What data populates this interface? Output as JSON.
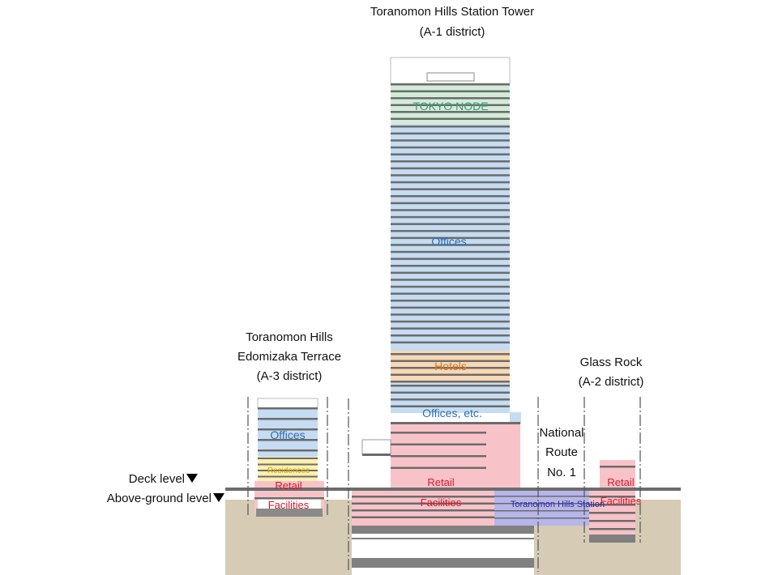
{
  "buildings": {
    "station_tower": {
      "name_line1": "Toranomon Hills Station Tower",
      "name_line2": "(A-1 district)",
      "zones": {
        "tokyo_node": "TOKYO NODE",
        "offices": "Offices",
        "hotels": "Hotels",
        "offices_etc": "Offices, etc."
      }
    },
    "edomizaka_terrace": {
      "name_line1": "Toranomon Hills",
      "name_line2": "Edomizaka Terrace",
      "name_line3": "(A-3 district)",
      "zones": {
        "offices": "Offices",
        "residences": "Residences",
        "retail_line1": "Retail",
        "retail_line2": "Facilities"
      }
    },
    "glass_rock": {
      "name_line1": "Glass Rock",
      "name_line2": "(A-2 district)",
      "zones": {
        "retail_line1": "Retail",
        "retail_line2": "Facilities"
      }
    }
  },
  "podium": {
    "retail_line1": "Retail",
    "retail_line2": "Facilities",
    "station": "Toranomon Hills Station"
  },
  "route": {
    "line1": "National",
    "line2": "Route",
    "line3": "No. 1"
  },
  "levels": {
    "deck": "Deck level",
    "ground": "Above-ground level"
  },
  "colors": {
    "office_blue": "#c5dcf2",
    "office_text": "#2e6fb5",
    "tokyo_node_green": "#d3ecd9",
    "tokyo_node_text": "#3d9a78",
    "hotel_orange": "#f8d8b5",
    "hotel_text": "#e07a24",
    "residence_yellow": "#fdf0b0",
    "residence_text": "#d8a800",
    "retail_pink": "#f8c3c8",
    "retail_text": "#d8182e",
    "station_purple": "#b7b6ea",
    "station_text": "#2a2aa0",
    "ground_tan": "#d6cbb5",
    "floor_line": "#6c6c6c"
  }
}
